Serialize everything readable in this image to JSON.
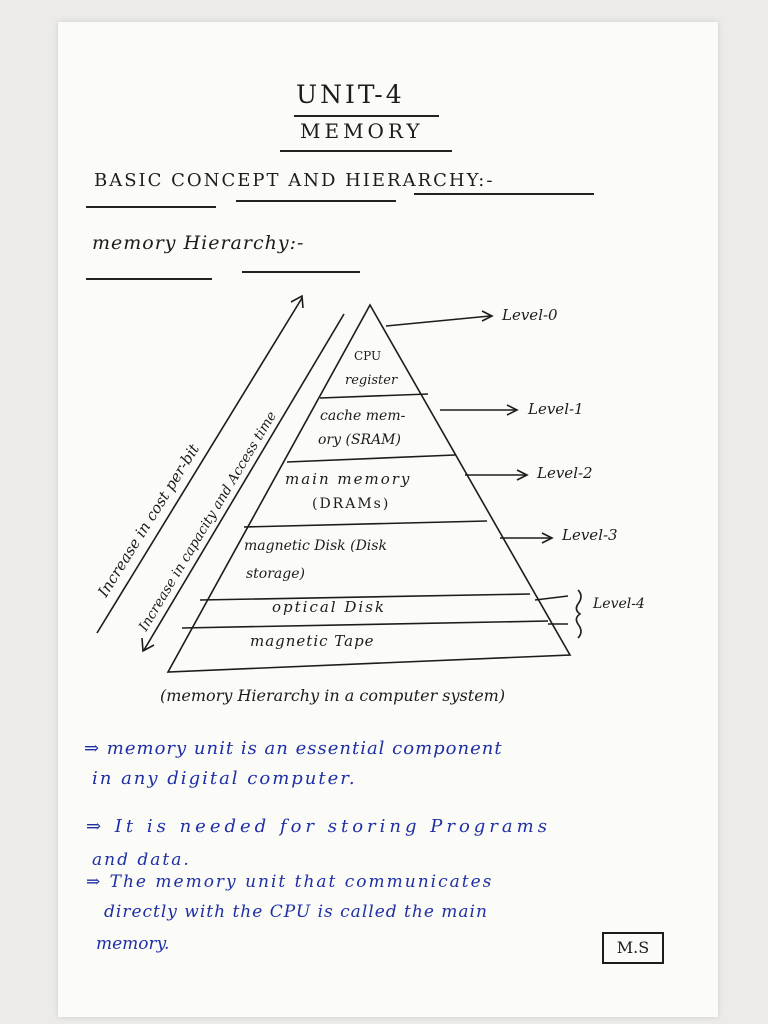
{
  "header": {
    "unit": "UNIT-4",
    "subject": "MEMORY",
    "section_title": "BASIC CONCEPT AND HIERARCHY:-",
    "subsection_title": "memory Hierarchy:-"
  },
  "diagram": {
    "arrow_outer_label": "Increase in cost per-bit",
    "arrow_inner_label": "Increase in capacity and Access time",
    "layers": [
      {
        "line1": "CPU",
        "line2": "register"
      },
      {
        "line1": "cache mem-",
        "line2": "ory (SRAM)"
      },
      {
        "line1": "main memory",
        "line2": "(DRAMs)"
      },
      {
        "line1": "magnetic Disk (Disk",
        "line2": "storage)"
      },
      {
        "line1": "optical Disk",
        "line2": ""
      },
      {
        "line1": "magnetic Tape",
        "line2": ""
      }
    ],
    "levels": [
      "Level-0",
      "Level-1",
      "Level-2",
      "Level-3",
      "Level-4"
    ],
    "caption": "(memory Hierarchy in a computer system)"
  },
  "notes": [
    {
      "line1": "⇒ memory unit is an essential component",
      "line2": "in any digital computer."
    },
    {
      "line1": "⇒ It is needed for storing Programs",
      "line2": "and data."
    },
    {
      "line1": "⇒ The memory unit that communicates",
      "line2": "directly with the CPU is called the main",
      "line3": "memory."
    }
  ],
  "signature": "M.S"
}
